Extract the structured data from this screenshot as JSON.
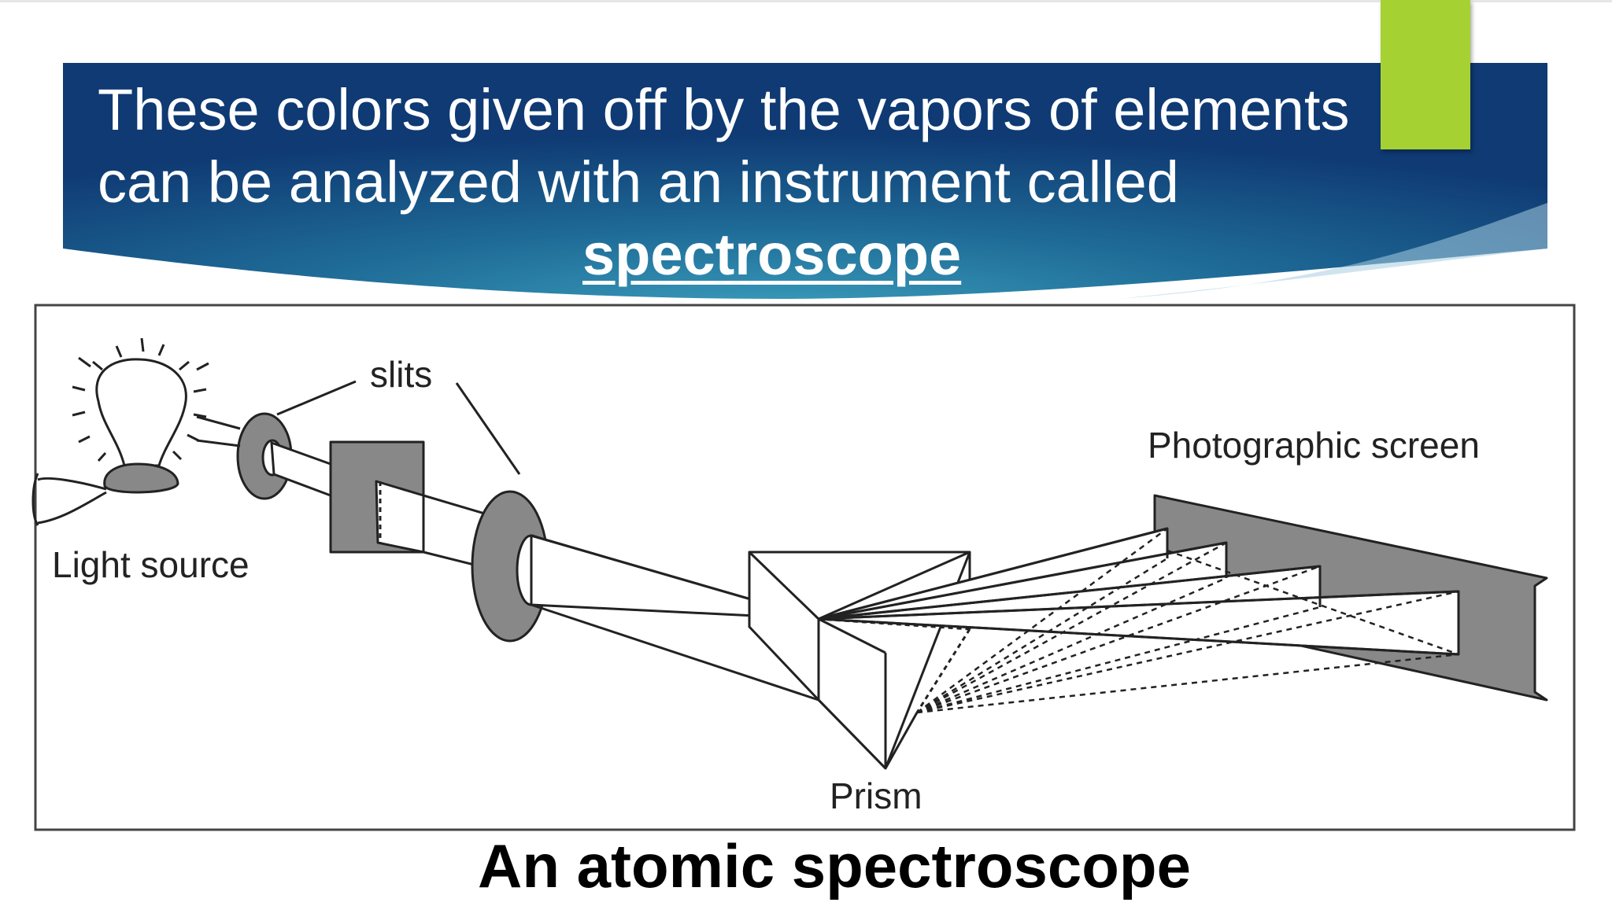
{
  "slide": {
    "title_lines": [
      "These colors given off by the vapors of elements",
      "can be analyzed with an instrument called"
    ],
    "title_keyword": "spectroscope",
    "caption": "An atomic spectroscope",
    "colors": {
      "banner_dark": "#0f3a73",
      "banner_light": "#2d8fb0",
      "accent": "#a6d133"
    }
  },
  "diagram": {
    "labels": {
      "slits": "slits",
      "light_source": "Light source",
      "photographic_screen": "Photographic screen",
      "prism": "Prism"
    }
  }
}
